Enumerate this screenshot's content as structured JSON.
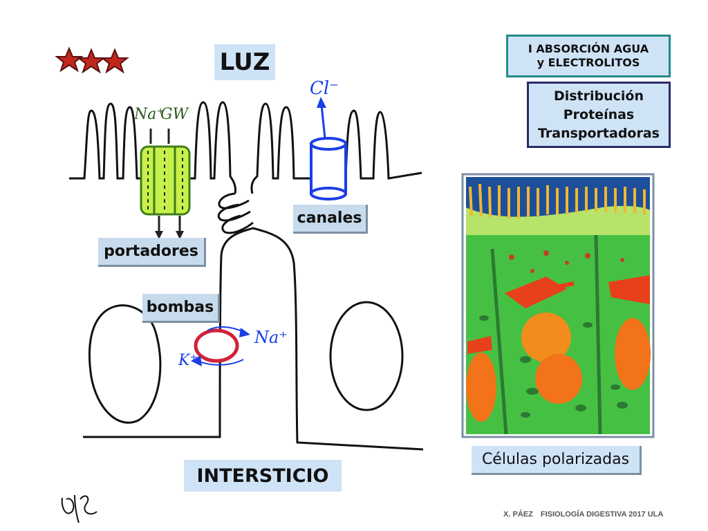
{
  "slide": {
    "title_luz": "LUZ",
    "title_intersticio": "INTERSTICIO",
    "box_absorcion": {
      "line1": "I ABSORCIÓN AGUA",
      "line2": "y ELECTROLITOS"
    },
    "box_distribucion": {
      "line1": "Distribución",
      "line2": "Proteínas",
      "line3": "Transportadoras"
    },
    "labels": {
      "canales": "canales",
      "portadores": "portadores",
      "bombas": "bombas",
      "celulas": "Células polarizadas"
    },
    "drawing_text": {
      "na_top": "Na⁺",
      "gw": "GW",
      "cl": "Cl⁻",
      "na_pump": "Na⁺",
      "k_pump": "K⁺"
    },
    "footer": {
      "author": "X. PÁEZ",
      "course": "FISIOLOGÍA DIGESTIVA 2017 ULA"
    }
  },
  "colors": {
    "label_bg": "#cfe3f7",
    "teal_border": "#1f8b88",
    "navy_border": "#2a2a6a",
    "carrier_green": "#c6f04a",
    "channel_blue": "#1a3ee8",
    "pump_red": "#d1213a",
    "stars_red": "#c0281c"
  }
}
